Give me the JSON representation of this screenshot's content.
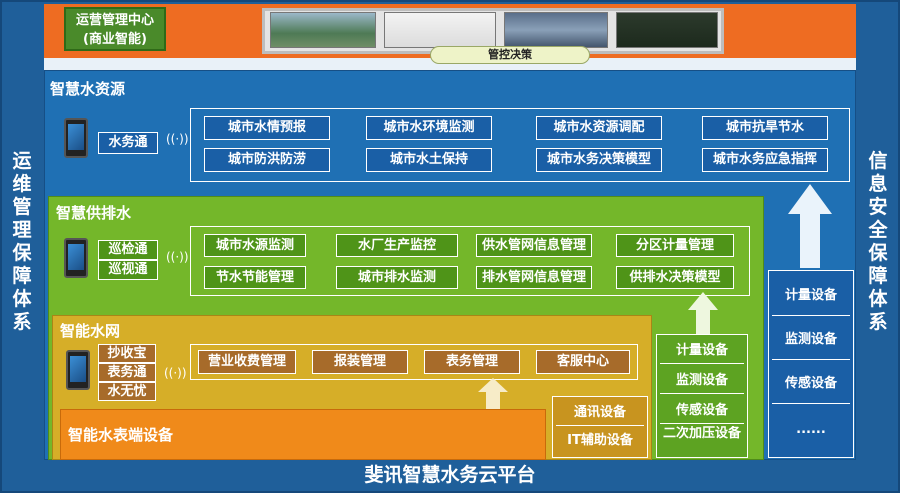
{
  "side_left": "运维管理保障体系",
  "side_right": "信息安全保障体系",
  "bottom_title": "斐讯智慧水务云平台",
  "top": {
    "label_line1": "运营管理中心",
    "label_line2": "(商业智能)",
    "decision_label": "管控决策"
  },
  "water_resource": {
    "title": "智慧水资源",
    "app": "水务通",
    "items": [
      "城市水情预报",
      "城市水环境监测",
      "城市水资源调配",
      "城市抗旱节水",
      "城市防洪防涝",
      "城市水土保持",
      "城市水务决策模型",
      "城市水务应急指挥"
    ]
  },
  "supply_drain": {
    "title": "智慧供排水",
    "apps": [
      "巡检通",
      "巡视通"
    ],
    "items": [
      "城市水源监测",
      "水厂生产监控",
      "供水管网信息管理",
      "分区计量管理",
      "节水节能管理",
      "城市排水监测",
      "排水管网信息管理",
      "供排水决策模型"
    ]
  },
  "smart_net": {
    "title": "智能水网",
    "apps": [
      "抄收宝",
      "表务通",
      "水无忧"
    ],
    "items": [
      "营业收费管理",
      "报装管理",
      "表务管理",
      "客服中心"
    ]
  },
  "meter_device": {
    "title": "智能水表端设备"
  },
  "mid_devices": [
    "通讯设备",
    "IT辅助设备"
  ],
  "green_devices": [
    "计量设备",
    "监测设备",
    "传感设备",
    "二次加压设备"
  ],
  "blue_devices": [
    "计量设备",
    "监测设备",
    "传感设备",
    "......"
  ]
}
